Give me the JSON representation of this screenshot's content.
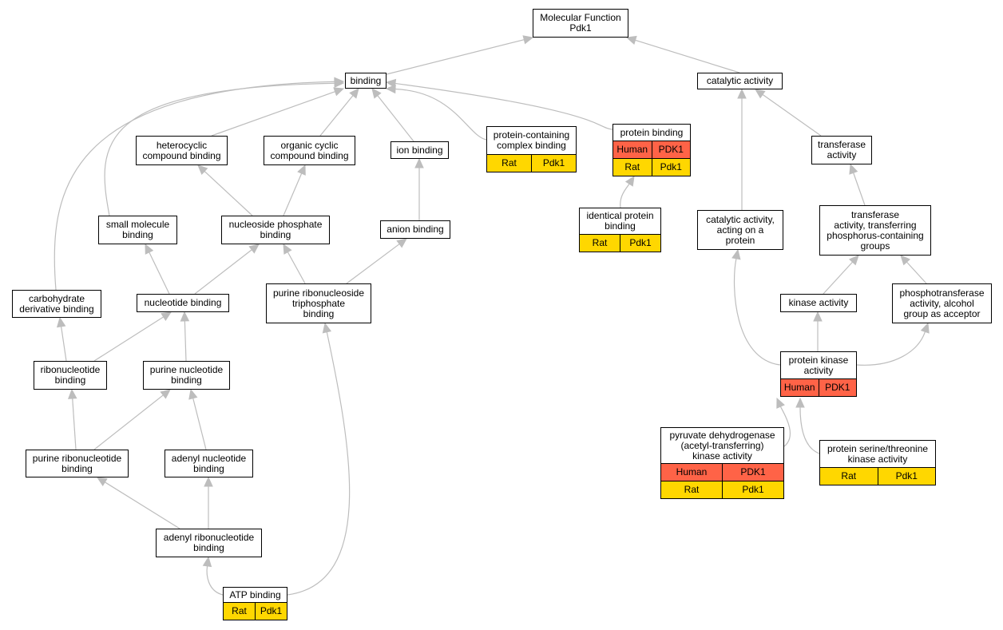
{
  "colors": {
    "edge": "#bdbdbd",
    "human": "#ff6347",
    "rat": "#ffd700",
    "border": "#000000"
  },
  "nodes": [
    {
      "id": "molecular-function",
      "label": "Molecular Function\nPdk1"
    },
    {
      "id": "binding",
      "label": "binding"
    },
    {
      "id": "catalytic-activity",
      "label": "catalytic activity"
    },
    {
      "id": "heterocyclic-compound-binding",
      "label": "heterocyclic\ncompound binding"
    },
    {
      "id": "organic-cyclic-compound-binding",
      "label": "organic cyclic\ncompound binding"
    },
    {
      "id": "ion-binding",
      "label": "ion binding"
    },
    {
      "id": "protein-containing-complex-binding",
      "label": "protein-containing\ncomplex binding",
      "annotations": [
        {
          "species": "Rat",
          "gene": "Pdk1",
          "color": "rat"
        }
      ]
    },
    {
      "id": "protein-binding",
      "label": "protein binding",
      "annotations": [
        {
          "species": "Human",
          "gene": "PDK1",
          "color": "human"
        },
        {
          "species": "Rat",
          "gene": "Pdk1",
          "color": "rat"
        }
      ]
    },
    {
      "id": "transferase-activity",
      "label": "transferase\nactivity"
    },
    {
      "id": "small-molecule-binding",
      "label": "small molecule\nbinding"
    },
    {
      "id": "nucleoside-phosphate-binding",
      "label": "nucleoside phosphate\nbinding"
    },
    {
      "id": "anion-binding",
      "label": "anion binding"
    },
    {
      "id": "identical-protein-binding",
      "label": "identical protein\nbinding",
      "annotations": [
        {
          "species": "Rat",
          "gene": "Pdk1",
          "color": "rat"
        }
      ]
    },
    {
      "id": "catalytic-activity-acting-on-a-protein",
      "label": "catalytic activity,\nacting on a\nprotein"
    },
    {
      "id": "transferase-phosphorus",
      "label": "transferase\nactivity, transferring\nphosphorus-containing\ngroups"
    },
    {
      "id": "carbohydrate-derivative-binding",
      "label": "carbohydrate\nderivative binding"
    },
    {
      "id": "nucleotide-binding",
      "label": "nucleotide binding"
    },
    {
      "id": "purine-ribonucleoside-triphosphate-binding",
      "label": "purine ribonucleoside\ntriphosphate\nbinding"
    },
    {
      "id": "kinase-activity",
      "label": "kinase activity"
    },
    {
      "id": "phosphotransferase-alcohol",
      "label": "phosphotransferase\nactivity, alcohol\ngroup as acceptor"
    },
    {
      "id": "ribonucleotide-binding",
      "label": "ribonucleotide\nbinding"
    },
    {
      "id": "purine-nucleotide-binding",
      "label": "purine nucleotide\nbinding"
    },
    {
      "id": "protein-kinase-activity",
      "label": "protein kinase\nactivity",
      "annotations": [
        {
          "species": "Human",
          "gene": "PDK1",
          "color": "human"
        }
      ]
    },
    {
      "id": "purine-ribonucleotide-binding",
      "label": "purine ribonucleotide\nbinding"
    },
    {
      "id": "adenyl-nucleotide-binding",
      "label": "adenyl nucleotide\nbinding"
    },
    {
      "id": "pyruvate-dehydrogenase-kinase-activity",
      "label": "pyruvate dehydrogenase\n(acetyl-transferring)\nkinase activity",
      "annotations": [
        {
          "species": "Human",
          "gene": "PDK1",
          "color": "human"
        },
        {
          "species": "Rat",
          "gene": "Pdk1",
          "color": "rat"
        }
      ]
    },
    {
      "id": "protein-serine-threonine-kinase-activity",
      "label": "protein serine/threonine\nkinase activity",
      "annotations": [
        {
          "species": "Rat",
          "gene": "Pdk1",
          "color": "rat"
        }
      ]
    },
    {
      "id": "adenyl-ribonucleotide-binding",
      "label": "adenyl ribonucleotide\nbinding"
    },
    {
      "id": "atp-binding",
      "label": "ATP binding",
      "annotations": [
        {
          "species": "Rat",
          "gene": "Pdk1",
          "color": "rat"
        }
      ]
    }
  ],
  "edges": [
    {
      "from": "binding",
      "to": "molecular-function"
    },
    {
      "from": "catalytic-activity",
      "to": "molecular-function"
    },
    {
      "from": "heterocyclic-compound-binding",
      "to": "binding"
    },
    {
      "from": "organic-cyclic-compound-binding",
      "to": "binding"
    },
    {
      "from": "ion-binding",
      "to": "binding"
    },
    {
      "from": "protein-containing-complex-binding",
      "to": "binding"
    },
    {
      "from": "protein-binding",
      "to": "binding"
    },
    {
      "from": "small-molecule-binding",
      "to": "binding"
    },
    {
      "from": "carbohydrate-derivative-binding",
      "to": "binding"
    },
    {
      "from": "transferase-activity",
      "to": "catalytic-activity"
    },
    {
      "from": "catalytic-activity-acting-on-a-protein",
      "to": "catalytic-activity"
    },
    {
      "from": "nucleoside-phosphate-binding",
      "to": "heterocyclic-compound-binding"
    },
    {
      "from": "nucleoside-phosphate-binding",
      "to": "organic-cyclic-compound-binding"
    },
    {
      "from": "anion-binding",
      "to": "ion-binding"
    },
    {
      "from": "identical-protein-binding",
      "to": "protein-binding"
    },
    {
      "from": "transferase-phosphorus",
      "to": "transferase-activity"
    },
    {
      "from": "nucleotide-binding",
      "to": "small-molecule-binding"
    },
    {
      "from": "nucleotide-binding",
      "to": "nucleoside-phosphate-binding"
    },
    {
      "from": "purine-ribonucleoside-triphosphate-binding",
      "to": "nucleoside-phosphate-binding"
    },
    {
      "from": "purine-ribonucleoside-triphosphate-binding",
      "to": "anion-binding"
    },
    {
      "from": "kinase-activity",
      "to": "transferase-phosphorus"
    },
    {
      "from": "phosphotransferase-alcohol",
      "to": "transferase-phosphorus"
    },
    {
      "from": "ribonucleotide-binding",
      "to": "carbohydrate-derivative-binding"
    },
    {
      "from": "ribonucleotide-binding",
      "to": "nucleotide-binding"
    },
    {
      "from": "purine-nucleotide-binding",
      "to": "nucleotide-binding"
    },
    {
      "from": "protein-kinase-activity",
      "to": "kinase-activity"
    },
    {
      "from": "protein-kinase-activity",
      "to": "catalytic-activity-acting-on-a-protein"
    },
    {
      "from": "protein-kinase-activity",
      "to": "phosphotransferase-alcohol"
    },
    {
      "from": "purine-ribonucleotide-binding",
      "to": "ribonucleotide-binding"
    },
    {
      "from": "purine-ribonucleotide-binding",
      "to": "purine-nucleotide-binding"
    },
    {
      "from": "adenyl-nucleotide-binding",
      "to": "purine-nucleotide-binding"
    },
    {
      "from": "pyruvate-dehydrogenase-kinase-activity",
      "to": "protein-kinase-activity"
    },
    {
      "from": "protein-serine-threonine-kinase-activity",
      "to": "protein-kinase-activity"
    },
    {
      "from": "adenyl-ribonucleotide-binding",
      "to": "purine-ribonucleotide-binding"
    },
    {
      "from": "adenyl-ribonucleotide-binding",
      "to": "adenyl-nucleotide-binding"
    },
    {
      "from": "atp-binding",
      "to": "adenyl-ribonucleotide-binding"
    },
    {
      "from": "atp-binding",
      "to": "purine-ribonucleoside-triphosphate-binding"
    }
  ]
}
